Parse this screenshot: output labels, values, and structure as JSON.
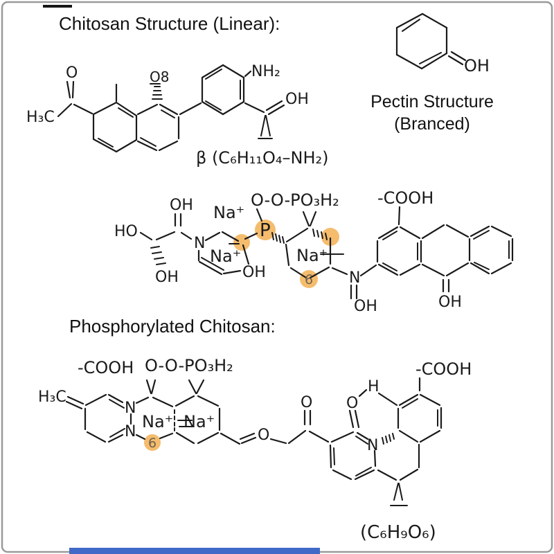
{
  "colors": {
    "ink": "#1a1a1a",
    "highlight": "#F2B052",
    "highlight_text": "#6e6051",
    "bottom_bar": "#4169C8",
    "border": "#9a9a9a"
  },
  "s1": {
    "title": "Chitosan Structure (Linear):",
    "h3c": "H₃C",
    "o": "O",
    "o8": "O8",
    "nh2": "NH₂",
    "oh": "OH",
    "formula": "β (C₆H₁₁O₄–NH₂)"
  },
  "pectin": {
    "oh": "OH",
    "line1": "Pectin Structure",
    "line2": "(Branced)"
  },
  "mid": {
    "ho": "HO",
    "oh_top": "OH",
    "oh_bot": "OH",
    "n1": "N",
    "na_top": "Na⁺",
    "na_a": "Na⁺",
    "oh_a": "OH",
    "p": "P",
    "phosphate": "O-O-PO₃H₂",
    "na_b": "Na⁺",
    "six": "6",
    "n2": "N",
    "oh_n2": "OH",
    "cooh": "-COOH",
    "oh_anthracene": "OH"
  },
  "bot": {
    "title": "Phosphorylated Chitosan:",
    "cooh_left": "-COOH",
    "phosphate": "O-O-PO₃H₂",
    "h3c": "H₃C",
    "n_top": "N",
    "n_bot": "N",
    "na_left": "Na⁺",
    "na_right": "Na⁺",
    "six": "6",
    "o_ester": "O",
    "o_keto": "O",
    "o_enol": "O",
    "h_bridge": "H",
    "n3": "N",
    "cooh_right": "-COOH",
    "formula": "(C₆H₉O₆)"
  }
}
